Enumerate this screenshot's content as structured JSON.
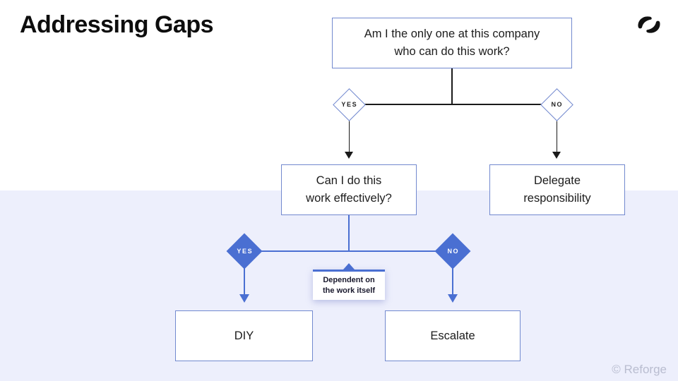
{
  "slide": {
    "title": "Addressing Gaps",
    "watermark": "© Reforge"
  },
  "colors": {
    "accent_blue": "#4a6fd2",
    "box_border_blue": "#7289cf",
    "line_black": "#1a1a1a",
    "bottom_band": "#edeffc",
    "watermark_gray": "#b9bdd0"
  },
  "flowchart": {
    "root_question": {
      "line1": "Am I the only one at this company",
      "line2": "who can do this work?"
    },
    "branch1": {
      "yes_label": "YES",
      "no_label": "NO"
    },
    "yes_node": {
      "line1": "Can I do this",
      "line2": "work effectively?"
    },
    "no_node": {
      "line1": "Delegate",
      "line2": "responsibility"
    },
    "branch2": {
      "yes_label": "YES",
      "no_label": "NO"
    },
    "callout": {
      "line1": "Dependent on",
      "line2": "the work itself"
    },
    "outcomes": {
      "diy": "DIY",
      "escalate": "Escalate"
    }
  }
}
